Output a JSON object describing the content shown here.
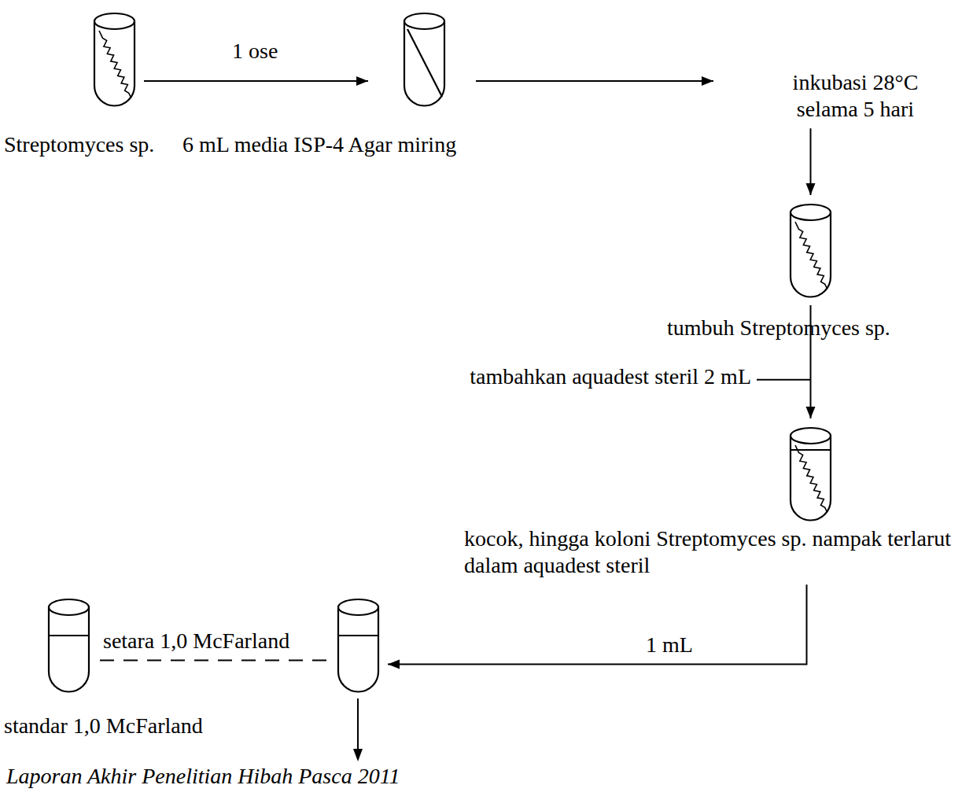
{
  "diagram": {
    "nodes": [
      {
        "text": [
          "Streptomyces sp."
        ]
      },
      {
        "text": [
          "6 mL media ISP-4 Agar miring"
        ]
      },
      {
        "text": [
          "tumbuh Streptomyces sp."
        ]
      },
      {
        "text": [
          "kocok, hingga koloni Streptomyces sp. nampak terlarut dalam aquadest steril"
        ]
      },
      {
        "text": []
      },
      {
        "text": [
          "standar 1,0 McFarland"
        ]
      }
    ],
    "edges": [
      {
        "from": 0,
        "to": 1,
        "label": "1 ose",
        "arrow": "to"
      },
      {
        "from": 1,
        "to": 2,
        "label": "inkubasi 28°C selama 5 hari",
        "arrow": "to"
      },
      {
        "from": 2,
        "to": 3,
        "label": "tambahkan aquadest steril 2 mL",
        "arrow": "to"
      },
      {
        "from": 3,
        "to": 4,
        "label": "1 mL",
        "arrow": "to"
      },
      {
        "from": 5,
        "to": 4,
        "label": "setara 1,0 McFarland",
        "arrow": "none"
      }
    ],
    "labels": [
      "Laporan Akhir Penelitian Hibah Pasca 2011"
    ]
  }
}
